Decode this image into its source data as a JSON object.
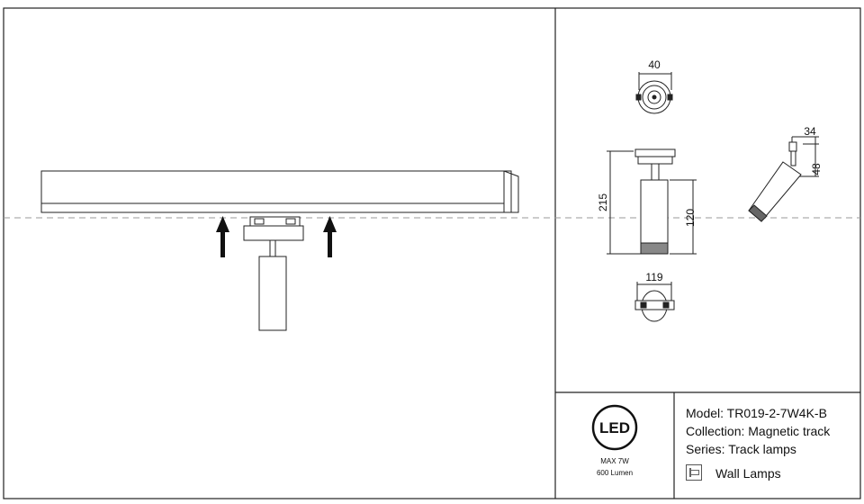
{
  "dimensions": {
    "top_width": "40",
    "height_total": "215",
    "height_body": "120",
    "side_width": "34",
    "side_height": "48",
    "bottom_width": "119"
  },
  "led_badge": {
    "logo_text": "LED",
    "power": "MAX 7W",
    "lumen": "600 Lumen"
  },
  "product": {
    "model": "Model: TR019-2-7W4K-B",
    "collection": "Collection: Magnetic track",
    "series": "Series: Track lamps",
    "type_label": "Wall Lamps"
  }
}
